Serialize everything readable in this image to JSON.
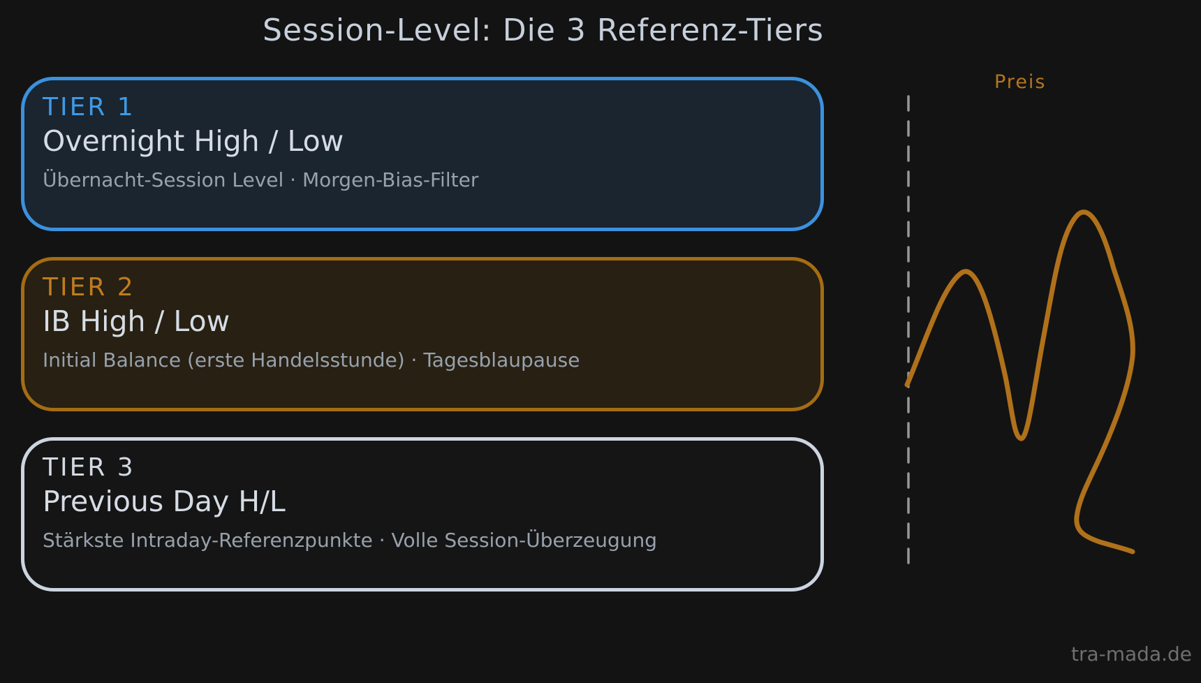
{
  "title": "Session-Level: Die 3 Referenz-Tiers",
  "tiers": [
    {
      "label": "TIER 1",
      "name": "Overnight High / Low",
      "description": "Übernacht-Session Level · Morgen-Bias-Filter",
      "accent_color": "#3f99e6",
      "fill_color": "#1a2530",
      "border_color": "#3b91de"
    },
    {
      "label": "TIER 2",
      "name": "IB High / Low",
      "description": "Initial Balance (erste Handelsstunde) · Tagesblaupause",
      "accent_color": "#bf7c1e",
      "fill_color": "#272013",
      "border_color": "#a56c13"
    },
    {
      "label": "TIER 3",
      "name": "Previous Day H/L",
      "description": "Stärkste Intraday-Referenzpunkte · Volle Session-Überzeugung",
      "accent_color": "#d3dae4",
      "fill_color": "#151515",
      "border_color": "#ccd4e0"
    }
  ],
  "price_panel": {
    "axis_label": "Preis",
    "axis_label_color": "#b5761f",
    "curve_color": "#b0711b",
    "dashed_line_color": "#989898"
  },
  "watermark": "tra-mada.de"
}
